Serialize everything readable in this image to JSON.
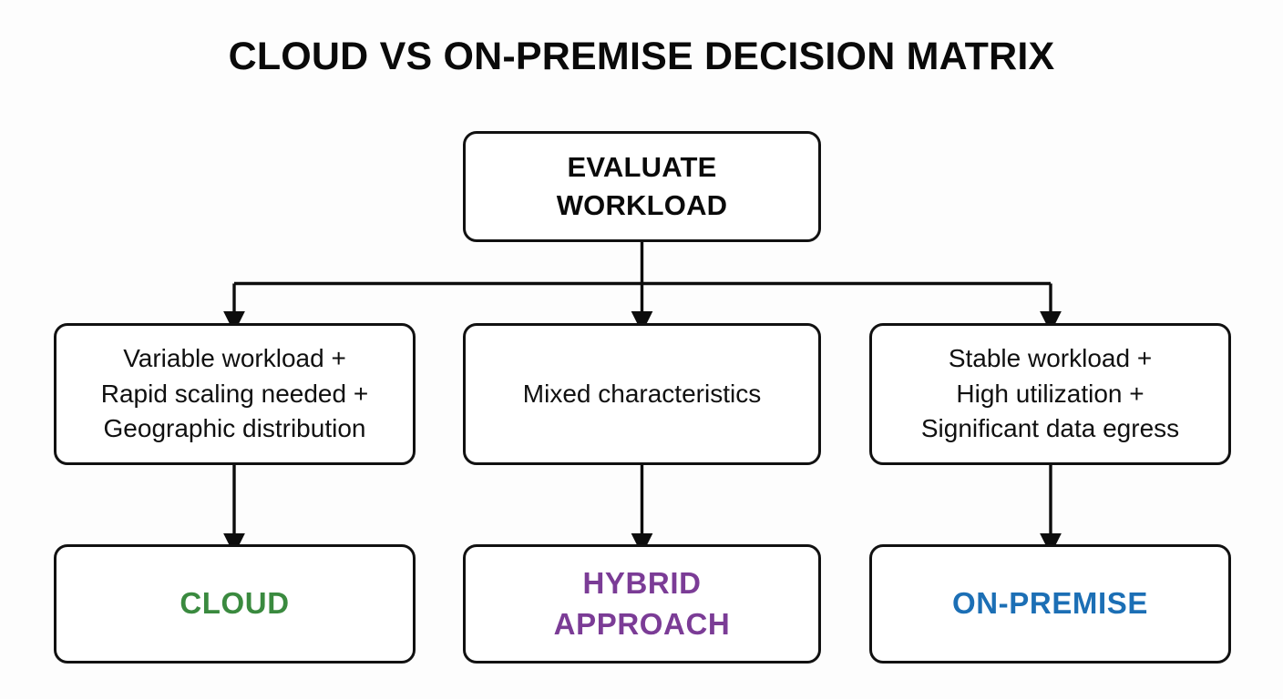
{
  "title": "CLOUD VS ON-PREMISE DECISION MATRIX",
  "colors": {
    "background": "#fdfdfd",
    "box_fill": "#ffffff",
    "box_border": "#111111",
    "text": "#0a0a0a",
    "connector": "#0d0d0d",
    "cloud": "#3a8a3f",
    "hybrid": "#7b3c96",
    "onpremise": "#1c6fb5"
  },
  "root": {
    "label": "EVALUATE\nWORKLOAD"
  },
  "conditions": [
    {
      "id": "cloud",
      "label": "Variable workload +\nRapid scaling needed +\nGeographic distribution"
    },
    {
      "id": "hybrid",
      "label": "Mixed characteristics"
    },
    {
      "id": "onpremise",
      "label": "Stable workload +\nHigh utilization +\nSignificant data egress"
    }
  ],
  "results": [
    {
      "id": "cloud",
      "label": "CLOUD",
      "color": "#3a8a3f"
    },
    {
      "id": "hybrid",
      "label": "HYBRID\nAPPROACH",
      "color": "#7b3c96"
    },
    {
      "id": "onpremise",
      "label": "ON-PREMISE",
      "color": "#1c6fb5"
    }
  ]
}
